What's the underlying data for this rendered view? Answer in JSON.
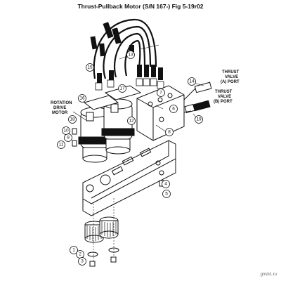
{
  "diagram": {
    "title": "Thrust-Pullback Motor (S/N 167-) Fig 5-19r02",
    "labels": {
      "rotation_drive_motor": [
        "ROTATION",
        "DRIVE",
        "MOTOR"
      ],
      "thrust_valve_a": [
        "THRUST",
        "VALVE",
        "(A) PORT"
      ],
      "thrust_valve_b": [
        "THRUST",
        "VALVE",
        "(B) PORT"
      ]
    },
    "callouts": [
      "1",
      "2",
      "3",
      "4",
      "5",
      "6",
      "7",
      "8",
      "9",
      "10",
      "11",
      "12",
      "13",
      "14",
      "15",
      "16",
      "17",
      "18",
      "19"
    ],
    "watermark": "gnsb1.ru"
  }
}
